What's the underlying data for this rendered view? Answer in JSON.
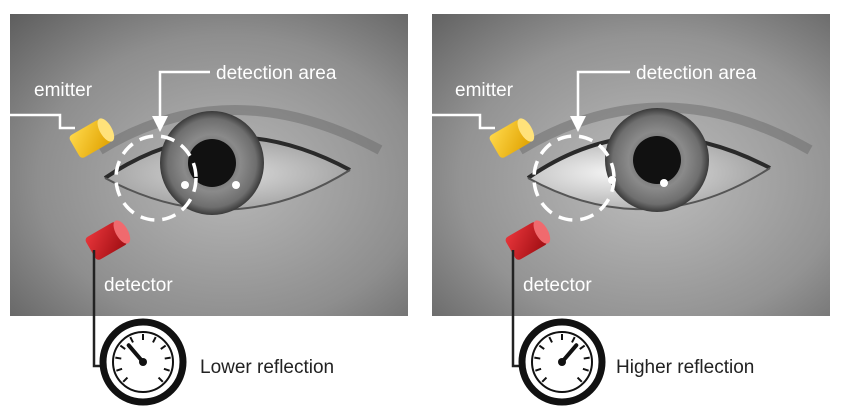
{
  "panels": [
    {
      "emitter_label": "emitter",
      "detection_label": "detection area",
      "detector_label": "detector",
      "reflection_label": "Lower reflection",
      "reflection_level": 0.35
    },
    {
      "emitter_label": "emitter",
      "detection_label": "detection area",
      "detector_label": "detector",
      "reflection_label": "Higher reflection",
      "reflection_level": 0.65
    }
  ],
  "colors": {
    "emitter": "#f2b705",
    "detector": "#c8141b",
    "line": "#ffffff",
    "gauge": "#111111"
  }
}
